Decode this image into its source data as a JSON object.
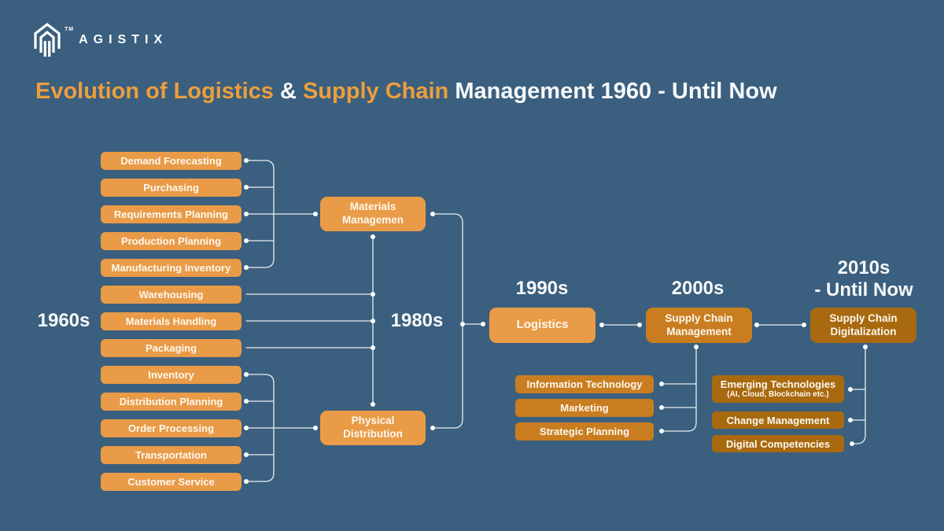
{
  "brand": {
    "name": "AGISTIX",
    "trademark": "TM"
  },
  "title": {
    "segment1": "Evolution of Logistics",
    "segment2": "&",
    "segment3": "Supply Chain",
    "segment4": "Management 1960 - Until Now"
  },
  "eras": {
    "y1960": "1960s",
    "y1980": "1980s",
    "y1990": "1990s",
    "y2000": "2000s",
    "y2010_line1": "2010s",
    "y2010_line2": "- Until Now"
  },
  "left_column": {
    "items": [
      "Demand Forecasting",
      "Purchasing",
      "Requirements Planning",
      "Production Planning",
      "Manufacturing Inventory",
      "Warehousing",
      "Materials Handling",
      "Packaging",
      "Inventory",
      "Distribution Planning",
      "Order Processing",
      "Transportation",
      "Customer Service"
    ]
  },
  "stage_1980s": {
    "materials_management": {
      "line1": "Materials",
      "line2": "Managemen"
    },
    "physical_distribution": {
      "line1": "Physical",
      "line2": "Distribution"
    }
  },
  "stage_1990s": {
    "logistics": "Logistics"
  },
  "stage_2000s": {
    "box": {
      "line1": "Supply Chain",
      "line2": "Management"
    },
    "children": [
      "Information Technology",
      "Marketing",
      "Strategic Planning"
    ]
  },
  "stage_2010s": {
    "box": {
      "line1": "Supply Chain",
      "line2": "Digitalization"
    },
    "children": [
      {
        "label": "Emerging Technologies",
        "sublabel": "(AI, Cloud, Blockchain etc.)"
      },
      {
        "label": "Change Management"
      },
      {
        "label": "Digital Competencies"
      }
    ]
  },
  "colors": {
    "background": "#3B5F7E",
    "box_light_orange": "#E99B47",
    "box_medium_orange": "#C97D20",
    "box_dark_orange": "#A8690F",
    "title_orange": "#EC9E3E",
    "text_white": "#FFFFFF",
    "connector_line": "#E8EEF2"
  }
}
